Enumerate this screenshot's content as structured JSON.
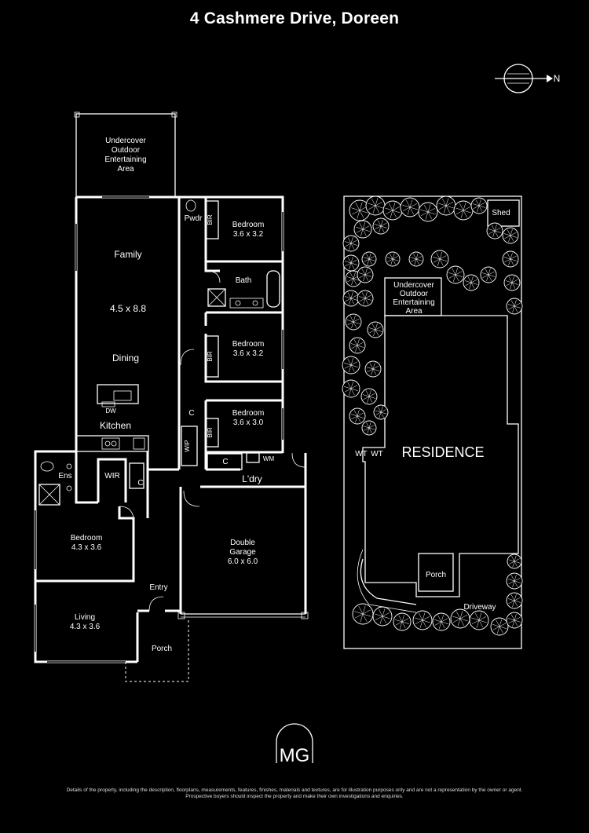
{
  "title": "4 Cashmere Drive, Doreen",
  "compass": {
    "label": "N",
    "icon": "north-arrow-icon"
  },
  "floor_plan": {
    "rooms": {
      "undercover": [
        "Undercover",
        "Outdoor",
        "Entertaining",
        "Area"
      ],
      "family": "Family",
      "family_size": "4.5 x 8.8",
      "dining": "Dining",
      "dw": "DW",
      "kitchen": "Kitchen",
      "pwdr": "Pwdr",
      "bir": "BIR",
      "bedroom_label": "Bedroom",
      "bed1_size": "3.6 x 3.2",
      "bath": "Bath",
      "bed2_size": "3.6 x 3.2",
      "bed3_size": "3.6 x 3.0",
      "wip": "WIP",
      "c": "C",
      "wm": "WM",
      "ldry": "L'dry",
      "ens": "Ens",
      "wir": "WIR",
      "master_size": "4.3 x 3.6",
      "double": "Double",
      "garage": "Garage",
      "garage_size": "6.0 x 6.0",
      "entry": "Entry",
      "living": "Living",
      "living_size": "4.3 x 3.6",
      "porch": "Porch"
    }
  },
  "site_plan": {
    "shed": "Shed",
    "undercover": [
      "Undercover",
      "Outdoor",
      "Entertaining",
      "Area"
    ],
    "residence": "RESIDENCE",
    "wt": "WT",
    "porch": "Porch",
    "driveway": "Driveway"
  },
  "logo": {
    "letters": "MG",
    "icon": "mg-monogram-logo"
  },
  "disclaimer": [
    "Details of the property, including the description, floorplans, measurements, features, finishes, materials and textures, are for illustration purposes only and are not a representation by the owner or agent.",
    "Prospective buyers should inspect the property and make their own investigations and enquiries."
  ]
}
